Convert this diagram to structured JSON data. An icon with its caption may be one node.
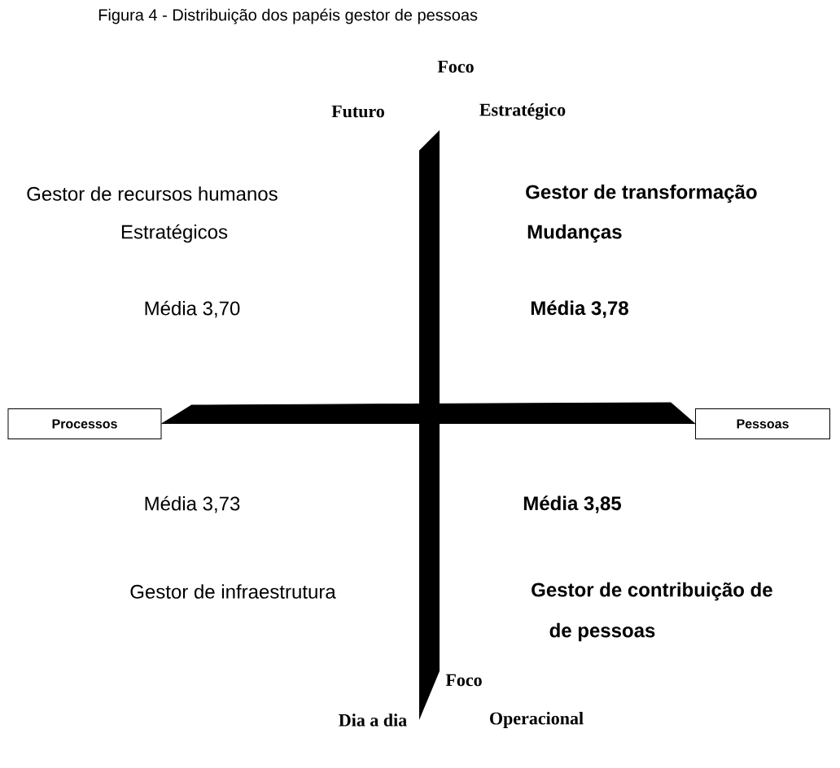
{
  "diagram": {
    "title": "Figura 4 - Distribuição dos papéis gestor de pessoas",
    "nodes": [
      {
        "text": [
          "Processos"
        ]
      },
      {
        "text": [
          "Pessoas"
        ]
      }
    ],
    "edges": [
      {
        "from": 0,
        "to": 1,
        "arrow": "none",
        "style": "thick"
      }
    ],
    "labels": [
      "Foco",
      "Futuro",
      "Estratégico",
      "Gestor de recursos humanos",
      "Gestor de transformação",
      "Estratégicos",
      "Mudanças",
      "Média 3,70",
      "Média 3,78",
      "Média 3,73",
      "Média 3,85",
      "Gestor de infraestrutura",
      "Gestor de contribuição de",
      "de pessoas",
      "Foco",
      "Dia a dia",
      "Operacional"
    ]
  }
}
